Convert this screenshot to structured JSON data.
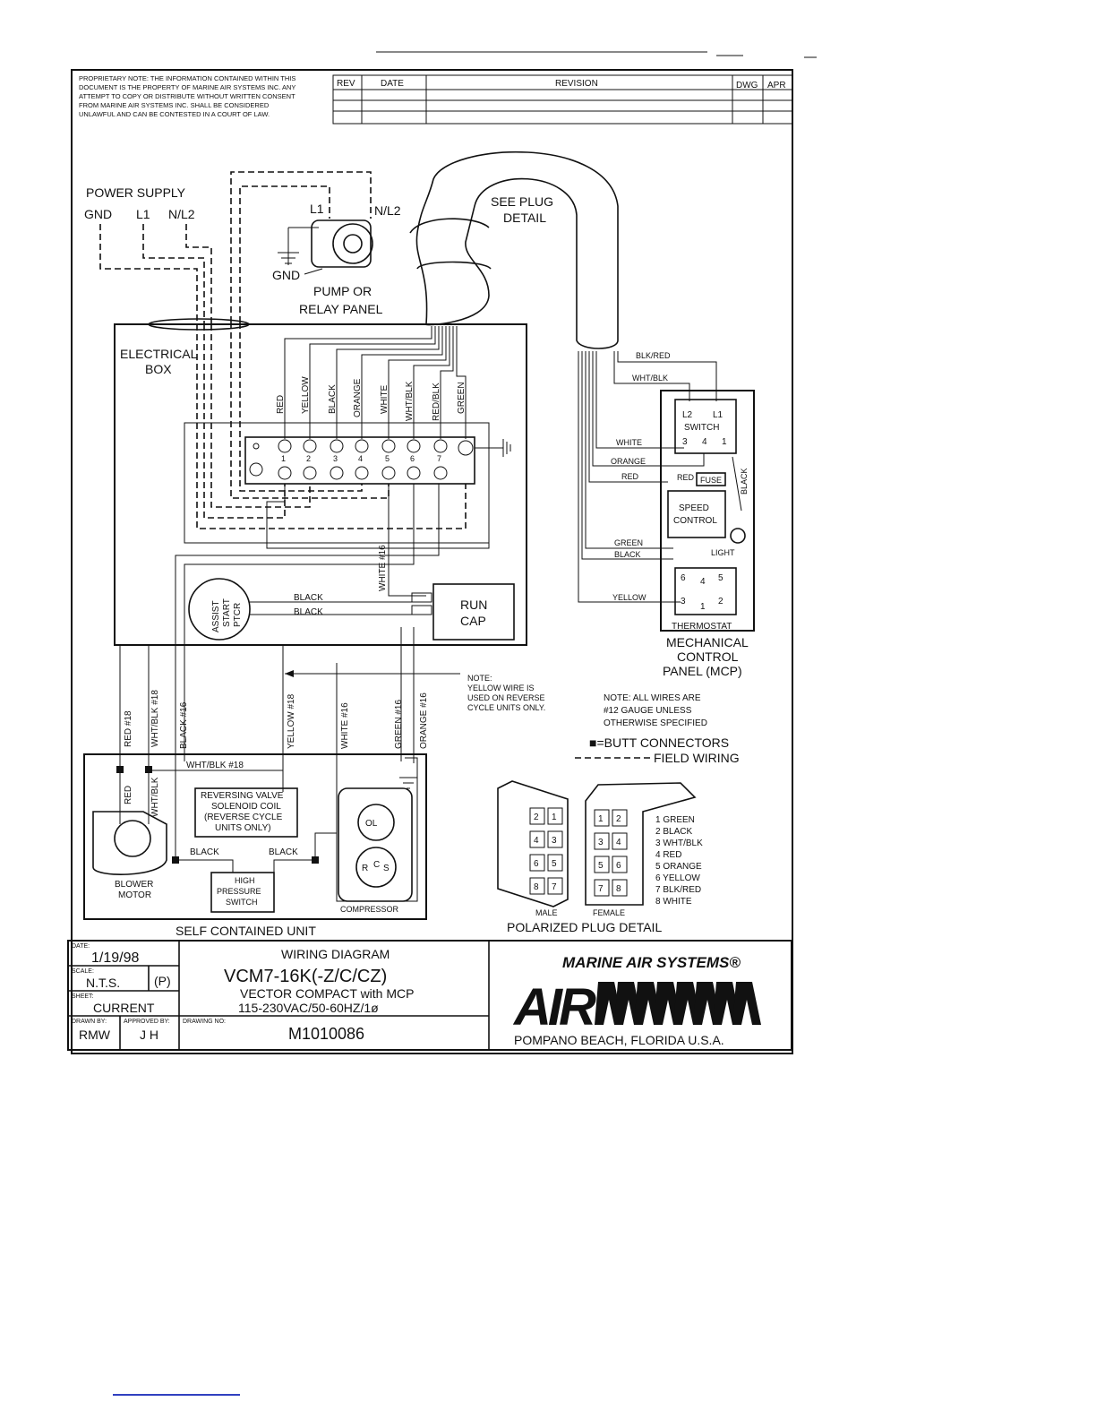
{
  "proprietary_note": [
    "PROPRIETARY NOTE: THE INFORMATION CONTAINED WITHIN THIS",
    "DOCUMENT IS THE PROPERTY OF MARINE AIR SYSTEMS INC. ANY",
    "ATTEMPT TO COPY OR DISTRIBUTE WITHOUT WRITTEN CONSENT",
    "FROM MARINE AIR SYSTEMS INC. SHALL BE CONSIDERED",
    "UNLAWFUL AND CAN BE CONTESTED IN A COURT OF LAW."
  ],
  "revision_table": {
    "rev": "REV",
    "date": "DATE",
    "revision": "REVISION",
    "dwg": "DWG",
    "apr": "APR"
  },
  "power_supply": {
    "title": "POWER SUPPLY",
    "gnd": "GND",
    "l1": "L1",
    "nl2": "N/L2"
  },
  "pump": {
    "l1": "L1",
    "nl2": "N/L2",
    "gnd": "GND",
    "label1": "PUMP OR",
    "label2": "RELAY PANEL"
  },
  "see_plug": [
    "SEE PLUG",
    "DETAIL"
  ],
  "electrical_box": [
    "ELECTRICAL",
    "BOX"
  ],
  "terminal_wires": [
    "RED",
    "YELLOW",
    "BLACK",
    "ORANGE",
    "WHITE",
    "WHT/BLK",
    "RED/BLK",
    "GREEN"
  ],
  "terminal_numbers": [
    "1",
    "2",
    "3",
    "4",
    "5",
    "6",
    "7"
  ],
  "internal_wires": {
    "white16": "WHITE #16",
    "black1": "BLACK",
    "black2": "BLACK"
  },
  "assist": [
    "ASSIST",
    "START",
    "PTCR"
  ],
  "run_cap": [
    "RUN",
    "CAP"
  ],
  "mcp": {
    "wires": {
      "blkred": "BLK/RED",
      "whtblk": "WHT/BLK",
      "white": "WHITE",
      "orange": "ORANGE",
      "red": "RED",
      "green": "GREEN",
      "black": "BLACK",
      "yellow": "YELLOW",
      "black_side": "BLACK"
    },
    "switch": {
      "l2": "L2",
      "l1": "L1",
      "label": "SWITCH",
      "p3": "3",
      "p4": "4",
      "p1": "1"
    },
    "red_short": "RED",
    "fuse": "FUSE",
    "speed_control": [
      "SPEED",
      "CONTROL"
    ],
    "light": "LIGHT",
    "thermostat": {
      "label": "THERMOSTAT",
      "p6": "6",
      "p4": "4",
      "p5": "5",
      "p3": "3",
      "p1": "1",
      "p2": "2"
    },
    "caption": [
      "MECHANICAL",
      "CONTROL",
      "PANEL (MCP)"
    ]
  },
  "yellow_note": [
    "NOTE:",
    "YELLOW WIRE IS",
    "USED ON REVERSE",
    "CYCLE UNITS ONLY."
  ],
  "gauge_note": [
    "NOTE: ALL WIRES ARE",
    "#12 GAUGE UNLESS",
    "OTHERWISE SPECIFIED"
  ],
  "legend": {
    "butt": "■=BUTT CONNECTORS",
    "field": "FIELD WIRING"
  },
  "vertical_wires": [
    "RED #18",
    "WHT/BLK #18",
    "BLACK #16",
    "YELLOW #18",
    "WHITE #16",
    "GREEN #16",
    "ORANGE #16"
  ],
  "unit": {
    "whtblk18": "WHT/BLK #18",
    "red": "RED",
    "whtblk": "WHT/BLK",
    "valve": [
      "REVERSING VALVE",
      "SOLENOID COIL",
      "(REVERSE CYCLE",
      "UNITS ONLY)"
    ],
    "black_a": "BLACK",
    "black_b": "BLACK",
    "blower": [
      "BLOWER",
      "MOTOR"
    ],
    "hps": [
      "HIGH",
      "PRESSURE",
      "SWITCH"
    ],
    "compressor": "COMPRESSOR",
    "comp_top": "OL",
    "comp_r": "R",
    "comp_c": "C",
    "comp_s": "S",
    "caption": "SELF CONTAINED UNIT"
  },
  "plug": {
    "male_pins": [
      [
        "2",
        "1"
      ],
      [
        "4",
        "3"
      ],
      [
        "6",
        "5"
      ],
      [
        "8",
        "7"
      ]
    ],
    "female_pins": [
      [
        "1",
        "2"
      ],
      [
        "3",
        "4"
      ],
      [
        "5",
        "6"
      ],
      [
        "7",
        "8"
      ]
    ],
    "pin_list": [
      "1 GREEN",
      "2 BLACK",
      "3 WHT/BLK",
      "4 RED",
      "5 ORANGE",
      "6 YELLOW",
      "7 BLK/RED",
      "8 WHITE"
    ],
    "male": "MALE",
    "female": "FEMALE",
    "caption": "POLARIZED PLUG DETAIL"
  },
  "title_block": {
    "date_label": "DATE:",
    "date": "1/19/98",
    "scale_label": "SCALE:",
    "scale": "N.T.S.",
    "scale_code": "(P)",
    "sheet_label": "SHEET:",
    "sheet": "CURRENT",
    "drawn_label": "DRAWN BY:",
    "drawn": "RMW",
    "approved_label": "APPROVED BY:",
    "approved": "J H",
    "drawing_no_label": "DRAWING NO:",
    "drawing_no": "M1010086",
    "title": "WIRING DIAGRAM",
    "model": "VCM7-16K(-Z/C/CZ)",
    "subtitle": "VECTOR COMPACT with MCP",
    "power": "115-230VAC/50-60HZ/1ø",
    "company": "MARINE AIR SYSTEMS®",
    "logo_text": "AIR",
    "city": "POMPANO BEACH, FLORIDA U.S.A."
  }
}
